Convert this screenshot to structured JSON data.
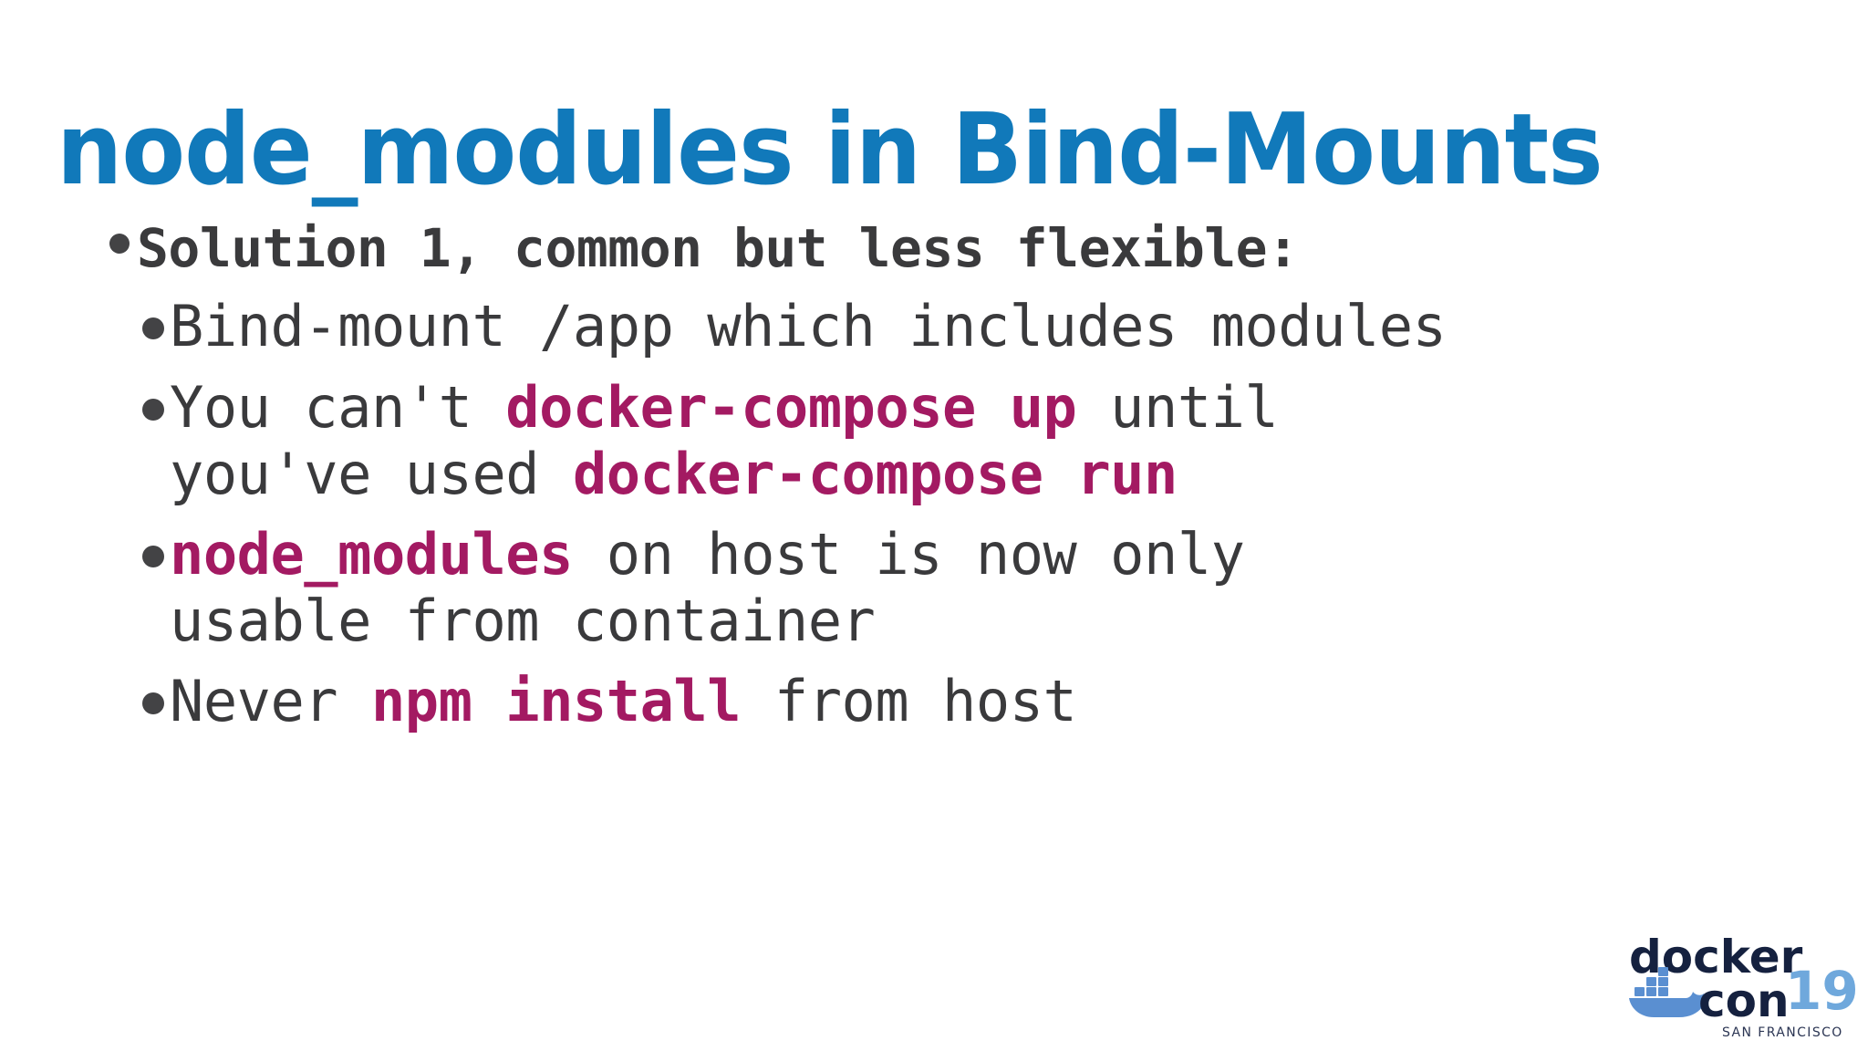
{
  "slide": {
    "title": "node_modules in Bind-Mounts",
    "title_color": "#1179BA",
    "body_color": "#3a3a3c",
    "code_color": "#A31A62",
    "background": "#ffffff",
    "bullets": [
      {
        "level": 1,
        "bold": true,
        "segments": [
          {
            "text": "Solution 1, common but less flexible:",
            "style": "plain"
          }
        ]
      },
      {
        "level": 2,
        "bold": false,
        "segments": [
          {
            "text": "Bind-mount /app which includes modules",
            "style": "plain"
          }
        ]
      },
      {
        "level": 2,
        "bold": false,
        "segments": [
          {
            "text": "You can't ",
            "style": "plain"
          },
          {
            "text": "docker-compose up",
            "style": "code"
          },
          {
            "text": " until\nyou've used ",
            "style": "plain"
          },
          {
            "text": "docker-compose run",
            "style": "code"
          }
        ]
      },
      {
        "level": 2,
        "bold": false,
        "segments": [
          {
            "text": "node_modules",
            "style": "code"
          },
          {
            "text": " on host is now only\nusable from container",
            "style": "plain"
          }
        ]
      },
      {
        "level": 2,
        "bold": false,
        "segments": [
          {
            "text": "Never ",
            "style": "plain"
          },
          {
            "text": "npm install",
            "style": "code"
          },
          {
            "text": " from host",
            "style": "plain"
          }
        ]
      }
    ]
  },
  "logo": {
    "word_top": "docker",
    "word_bottom": "con",
    "year": "19",
    "city": "SAN FRANCISCO",
    "whale_color": "#5A8FD1",
    "text_color": "#15213F",
    "year_color": "#6FA8DC"
  }
}
